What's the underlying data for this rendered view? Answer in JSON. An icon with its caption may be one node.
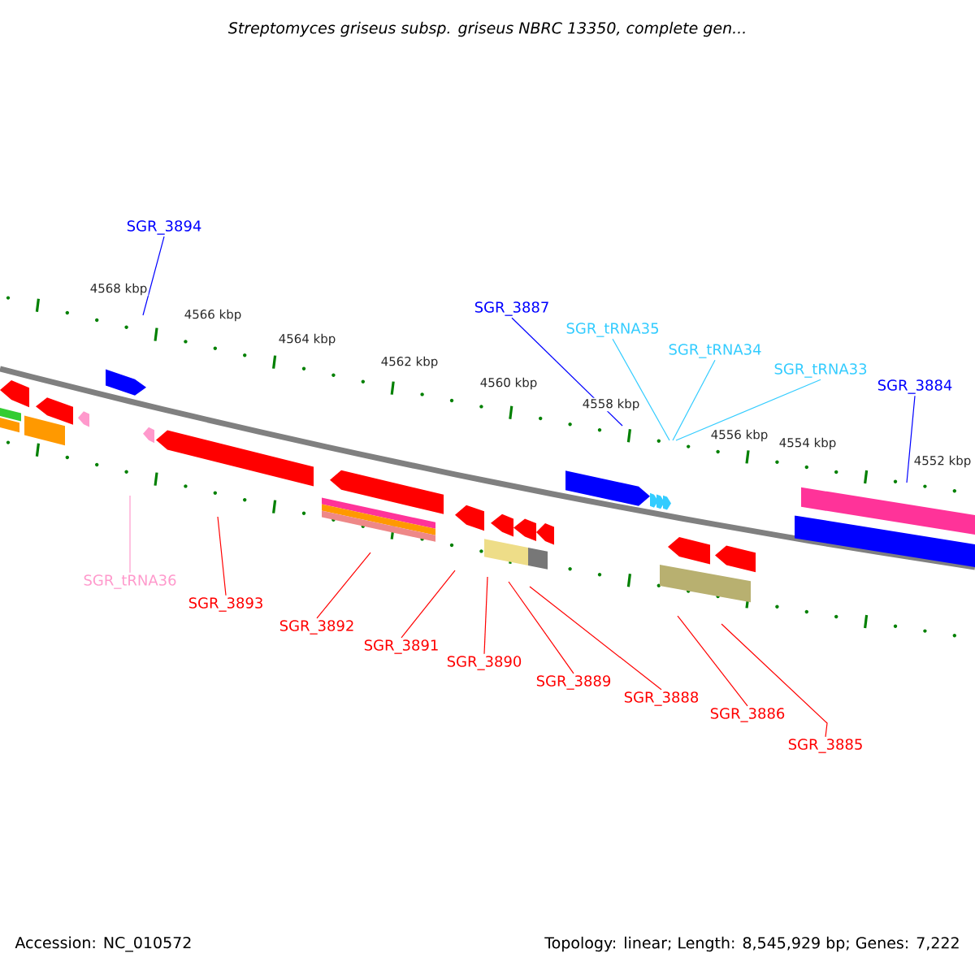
{
  "diagram": {
    "title": "Streptomyces griseus subsp. griseus NBRC 13350, complete gen...",
    "nodes": [
      {
        "text": [
          "SGR_3894"
        ]
      },
      {
        "text": [
          "SGR_3887"
        ]
      },
      {
        "text": [
          "SGR_tRNA35"
        ]
      },
      {
        "text": [
          "SGR_tRNA34"
        ]
      },
      {
        "text": [
          "SGR_tRNA33"
        ]
      },
      {
        "text": [
          "SGR_3884"
        ]
      },
      {
        "text": [
          "SGR_tRNA36"
        ]
      },
      {
        "text": [
          "SGR_3893"
        ]
      },
      {
        "text": [
          "SGR_3892"
        ]
      },
      {
        "text": [
          "SGR_3891"
        ]
      },
      {
        "text": [
          "SGR_3890"
        ]
      },
      {
        "text": [
          "SGR_3889"
        ]
      },
      {
        "text": [
          "SGR_3888"
        ]
      },
      {
        "text": [
          "SGR_3886"
        ]
      },
      {
        "text": [
          "SGR_3885"
        ]
      }
    ],
    "edges": [
      {
        "from": 0,
        "to": null,
        "arrow": "none",
        "color": "#0000ff"
      },
      {
        "from": 1,
        "to": null,
        "arrow": "none",
        "color": "#0000ff"
      },
      {
        "from": 2,
        "to": null,
        "arrow": "none",
        "color": "#33ccff"
      },
      {
        "from": 3,
        "to": null,
        "arrow": "none",
        "color": "#33ccff"
      },
      {
        "from": 4,
        "to": null,
        "arrow": "none",
        "color": "#33ccff"
      },
      {
        "from": 5,
        "to": null,
        "arrow": "none",
        "color": "#0000ff"
      },
      {
        "from": 6,
        "to": null,
        "arrow": "none",
        "color": "#ff99cc"
      },
      {
        "from": 7,
        "to": null,
        "arrow": "none"
      },
      {
        "from": 8,
        "to": null,
        "arrow": "none"
      },
      {
        "from": 9,
        "to": null,
        "arrow": "none"
      },
      {
        "from": 10,
        "to": null,
        "arrow": "none"
      },
      {
        "from": 11,
        "to": null,
        "arrow": "none"
      },
      {
        "from": 12,
        "to": null,
        "arrow": "none"
      },
      {
        "from": 13,
        "to": null,
        "arrow": "none"
      },
      {
        "from": 14,
        "to": null,
        "arrow": "none"
      }
    ],
    "labels": [
      "4568 kbp",
      "4566 kbp",
      "4564 kbp",
      "4562 kbp",
      "4560 kbp",
      "4558 kbp",
      "4556 kbp",
      "4554 kbp",
      "4552 kbp",
      "Accession: NC_010572",
      "Topology: linear; Length: 8,545,929 bp; Genes: 7,222"
    ]
  }
}
